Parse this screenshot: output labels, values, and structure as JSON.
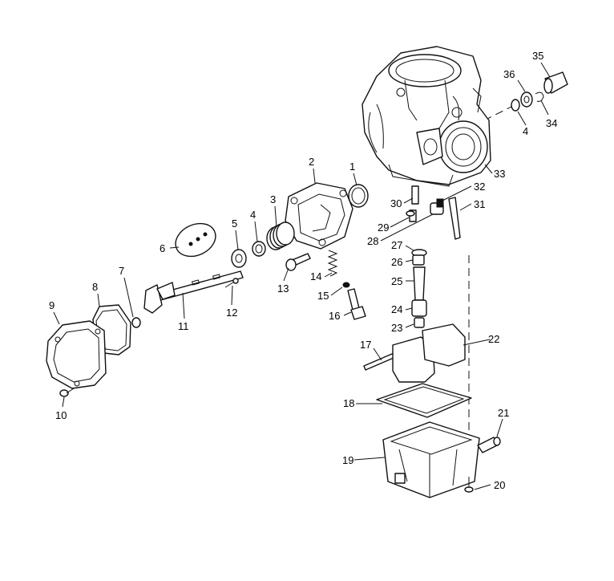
{
  "labels": [
    {
      "n": "1"
    },
    {
      "n": "2"
    },
    {
      "n": "3"
    },
    {
      "n": "4"
    },
    {
      "n": "5"
    },
    {
      "n": "6"
    },
    {
      "n": "7"
    },
    {
      "n": "8"
    },
    {
      "n": "9"
    },
    {
      "n": "10"
    },
    {
      "n": "11"
    },
    {
      "n": "12"
    },
    {
      "n": "13"
    },
    {
      "n": "14"
    },
    {
      "n": "15"
    },
    {
      "n": "16"
    },
    {
      "n": "17"
    },
    {
      "n": "18"
    },
    {
      "n": "19"
    },
    {
      "n": "20"
    },
    {
      "n": "21"
    },
    {
      "n": "22"
    },
    {
      "n": "23"
    },
    {
      "n": "24"
    },
    {
      "n": "25"
    },
    {
      "n": "26"
    },
    {
      "n": "27"
    },
    {
      "n": "28"
    },
    {
      "n": "29"
    },
    {
      "n": "30"
    },
    {
      "n": "31"
    },
    {
      "n": "32"
    },
    {
      "n": "33"
    },
    {
      "n": "34"
    },
    {
      "n": "35"
    },
    {
      "n": "36"
    },
    {
      "n": "4"
    }
  ]
}
